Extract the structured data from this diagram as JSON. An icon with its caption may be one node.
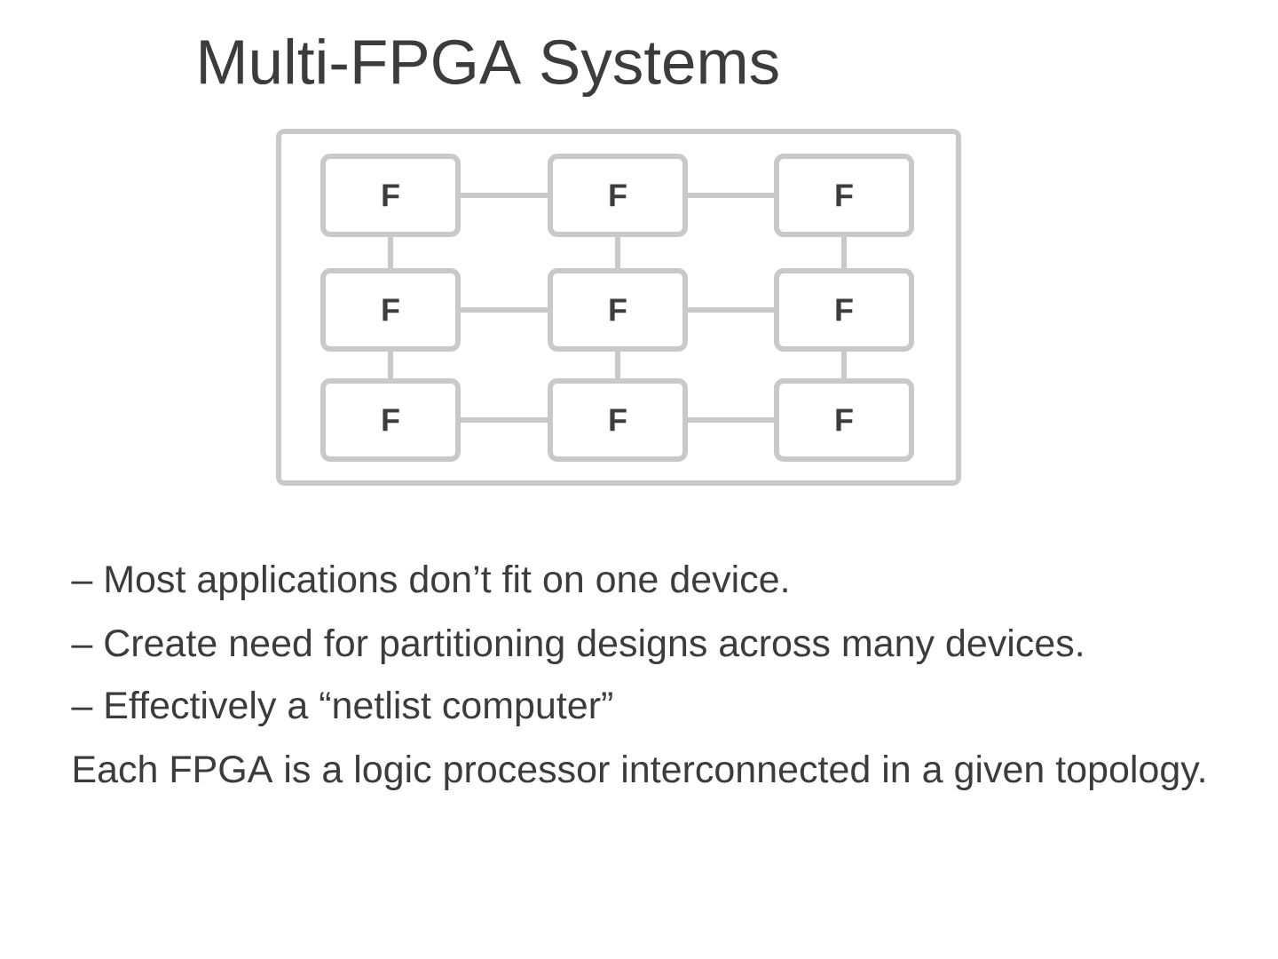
{
  "diagram": {
    "title": "Multi-FPGA Systems",
    "nodes": [
      {
        "text": [],
        "shape": "box"
      },
      {
        "text": [
          "F"
        ],
        "in": 0
      },
      {
        "text": [
          "F"
        ],
        "in": 0
      },
      {
        "text": [
          "F"
        ],
        "in": 0
      },
      {
        "text": [
          "F"
        ],
        "in": 0
      },
      {
        "text": [
          "F"
        ],
        "in": 0
      },
      {
        "text": [
          "F"
        ],
        "in": 0
      },
      {
        "text": [
          "F"
        ],
        "in": 0
      },
      {
        "text": [
          "F"
        ],
        "in": 0
      },
      {
        "text": [
          "F"
        ],
        "in": 0
      }
    ],
    "edges": [
      {
        "from": 1,
        "to": 2,
        "arrow": "none"
      },
      {
        "from": 2,
        "to": 3,
        "arrow": "none"
      },
      {
        "from": 1,
        "to": 4,
        "arrow": "none"
      },
      {
        "from": 2,
        "to": 5,
        "arrow": "none"
      },
      {
        "from": 3,
        "to": 6,
        "arrow": "none"
      },
      {
        "from": 4,
        "to": 5,
        "arrow": "none"
      },
      {
        "from": 5,
        "to": 6,
        "arrow": "none"
      },
      {
        "from": 4,
        "to": 7,
        "arrow": "none"
      },
      {
        "from": 5,
        "to": 8,
        "arrow": "none"
      },
      {
        "from": 6,
        "to": 9,
        "arrow": "none"
      },
      {
        "from": 7,
        "to": 8,
        "arrow": "none"
      },
      {
        "from": 8,
        "to": 9,
        "arrow": "none"
      }
    ],
    "labels": [
      "– Most applications don’t fit on one device.",
      "– Create need for partitioning designs across many devices.",
      "– Effectively a “netlist computer”",
      "Each FPGA is a logic processor interconnected in a given topology."
    ]
  }
}
